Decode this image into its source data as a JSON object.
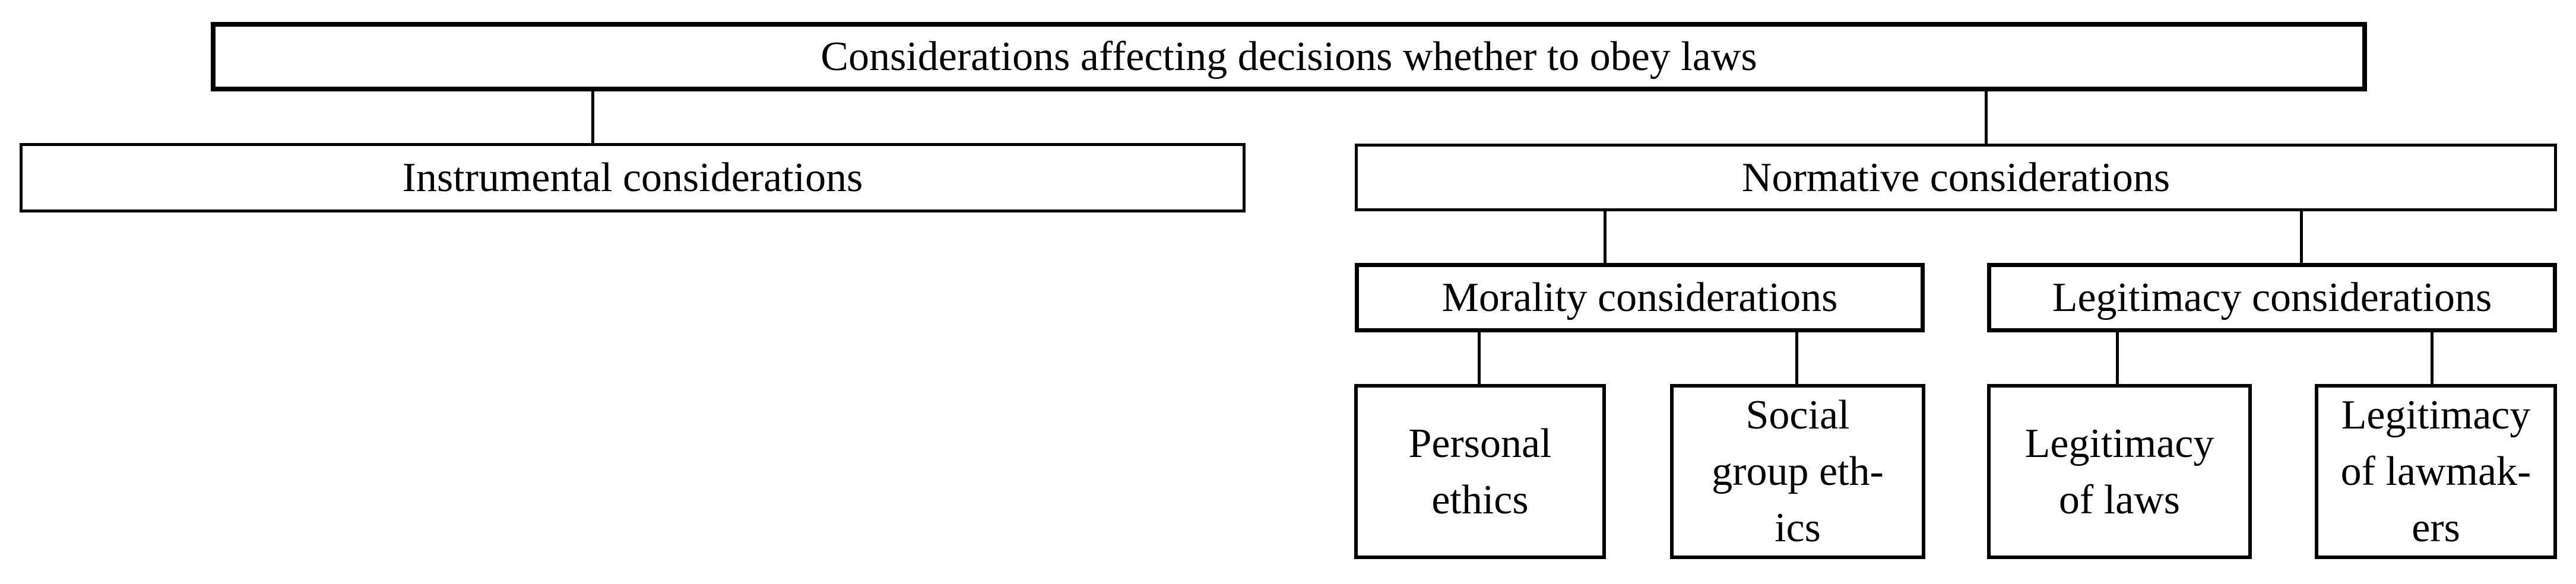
{
  "figure": {
    "type": "hierarchy-tree",
    "background_color": "#ffffff",
    "border_color": "#000000",
    "text_color": "#000000"
  },
  "nodes": {
    "root": {
      "lines": [
        "Considerations affecting decisions whether to obey laws"
      ]
    },
    "instrumental": {
      "lines": [
        "Instrumental considerations"
      ]
    },
    "normative": {
      "lines": [
        "Normative considerations"
      ]
    },
    "morality": {
      "lines": [
        "Morality considerations"
      ]
    },
    "legitimacy": {
      "lines": [
        "Legitimacy considerations"
      ]
    },
    "personal_ethics": {
      "lines": [
        "Personal",
        "ethics"
      ]
    },
    "social_group_ethics": {
      "lines": [
        "Social",
        "group eth-",
        "ics"
      ]
    },
    "legitimacy_of_laws": {
      "lines": [
        "Legitimacy",
        "of laws"
      ]
    },
    "legitimacy_of_lawmakers": {
      "lines": [
        "Legitimacy",
        "of lawmak-",
        "ers"
      ]
    }
  },
  "edges": [
    {
      "from": "root",
      "to": "instrumental"
    },
    {
      "from": "root",
      "to": "normative"
    },
    {
      "from": "normative",
      "to": "morality"
    },
    {
      "from": "normative",
      "to": "legitimacy"
    },
    {
      "from": "morality",
      "to": "personal_ethics"
    },
    {
      "from": "morality",
      "to": "social_group_ethics"
    },
    {
      "from": "legitimacy",
      "to": "legitimacy_of_laws"
    },
    {
      "from": "legitimacy",
      "to": "legitimacy_of_lawmakers"
    }
  ]
}
